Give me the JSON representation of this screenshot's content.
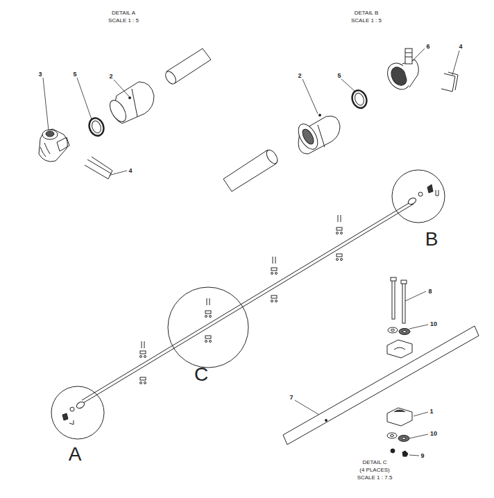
{
  "diagram": {
    "labels": [
      "DETAIL A",
      "SCALE 1 : 5",
      "DETAIL B",
      "SCALE 1 : 5",
      "3",
      "5",
      "2",
      "4",
      "2",
      "5",
      "6",
      "4",
      "B",
      "C",
      "A",
      "8",
      "10",
      "1",
      "10",
      "9",
      "7",
      "DETAIL C",
      "(4 PLACES)",
      "SCALE 1 : 7.5"
    ]
  }
}
